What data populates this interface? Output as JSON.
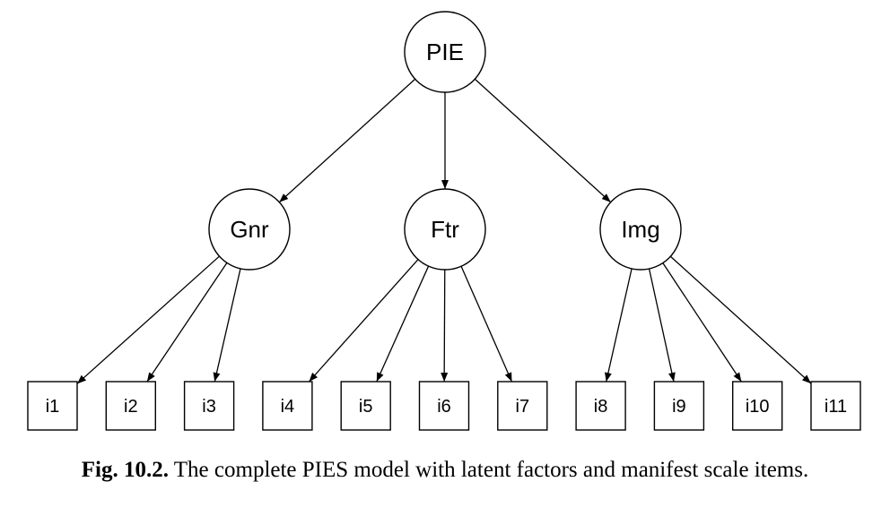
{
  "diagram": {
    "root": {
      "id": "pie",
      "label": "PIE"
    },
    "factors": [
      {
        "id": "gnr",
        "label": "Gnr"
      },
      {
        "id": "ftr",
        "label": "Ftr"
      },
      {
        "id": "img",
        "label": "Img"
      }
    ],
    "items": [
      {
        "id": "i1",
        "label": "i1"
      },
      {
        "id": "i2",
        "label": "i2"
      },
      {
        "id": "i3",
        "label": "i3"
      },
      {
        "id": "i4",
        "label": "i4"
      },
      {
        "id": "i5",
        "label": "i5"
      },
      {
        "id": "i6",
        "label": "i6"
      },
      {
        "id": "i7",
        "label": "i7"
      },
      {
        "id": "i8",
        "label": "i8"
      },
      {
        "id": "i9",
        "label": "i9"
      },
      {
        "id": "i10",
        "label": "i10"
      },
      {
        "id": "i11",
        "label": "i11"
      }
    ],
    "edges": [
      {
        "from": "pie",
        "to": "gnr"
      },
      {
        "from": "pie",
        "to": "ftr"
      },
      {
        "from": "pie",
        "to": "img"
      },
      {
        "from": "gnr",
        "to": "i1"
      },
      {
        "from": "gnr",
        "to": "i2"
      },
      {
        "from": "gnr",
        "to": "i3"
      },
      {
        "from": "ftr",
        "to": "i4"
      },
      {
        "from": "ftr",
        "to": "i5"
      },
      {
        "from": "ftr",
        "to": "i6"
      },
      {
        "from": "ftr",
        "to": "i7"
      },
      {
        "from": "img",
        "to": "i8"
      },
      {
        "from": "img",
        "to": "i9"
      },
      {
        "from": "img",
        "to": "i10"
      },
      {
        "from": "img",
        "to": "i11"
      }
    ]
  },
  "caption": {
    "label": "Fig. 10.2.",
    "text": " The complete PIES model with latent factors and manifest scale items."
  }
}
